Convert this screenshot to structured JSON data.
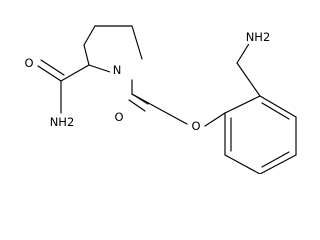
{
  "molecule": {
    "atoms": {
      "aminomethyl_n": "NH2",
      "ring_n": "N",
      "carbonyl_o": "O",
      "ether_o": "O",
      "amide_n": "NH2",
      "amide_o": "O"
    }
  }
}
